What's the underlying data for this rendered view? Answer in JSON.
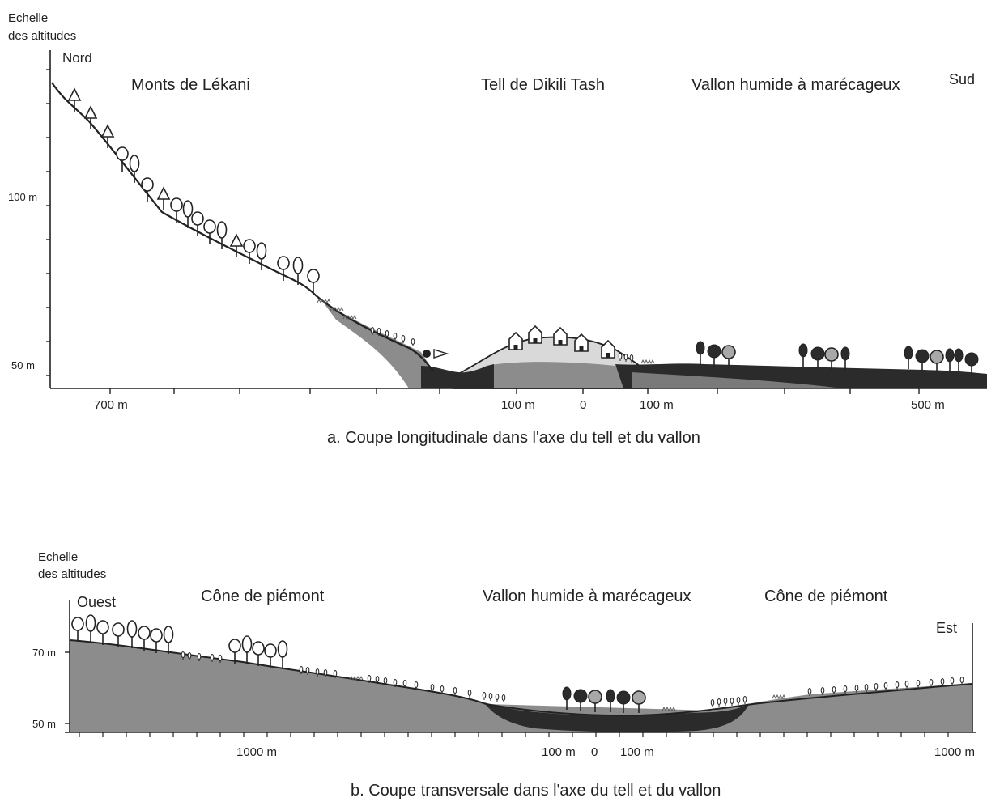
{
  "section_a": {
    "altitude_scale": [
      "Echelle",
      "des altitudes"
    ],
    "north": "Nord",
    "south": "Sud",
    "regions": {
      "mountains": "Monts de Lékani",
      "tell": "Tell de Dikili Tash",
      "valley": "Vallon humide à marécageux"
    },
    "y_ticks": {
      "upper": "100 m",
      "lower": "50 m"
    },
    "x_labels": {
      "far_left": "700 m",
      "tell_left": "100 m",
      "zero": "0",
      "tell_right": "100 m",
      "far_right": "500 m"
    },
    "caption": "a. Coupe longitudinale dans l'axe du tell et du vallon"
  },
  "section_b": {
    "altitude_scale": [
      "Echelle",
      "des altitudes"
    ],
    "west": "Ouest",
    "east": "Est",
    "regions": {
      "cone_left": "Cône de piémont",
      "valley": "Vallon humide à marécageux",
      "cone_right": "Cône de piémont"
    },
    "y_ticks": {
      "upper": "70 m",
      "lower": "50 m"
    },
    "x_labels": {
      "left": "1000 m",
      "center_left": "100 m",
      "zero": "0",
      "center_right": "100 m",
      "right": "1000 m"
    },
    "caption": "b. Coupe transversale dans l'axe du tell et du vallon"
  },
  "colors": {
    "line": "#222222",
    "dark_fill": "#2b2b2b",
    "mid_gray": "#8c8c8c",
    "light_gray": "#c9c9c9",
    "pale_gray": "#dedede"
  }
}
